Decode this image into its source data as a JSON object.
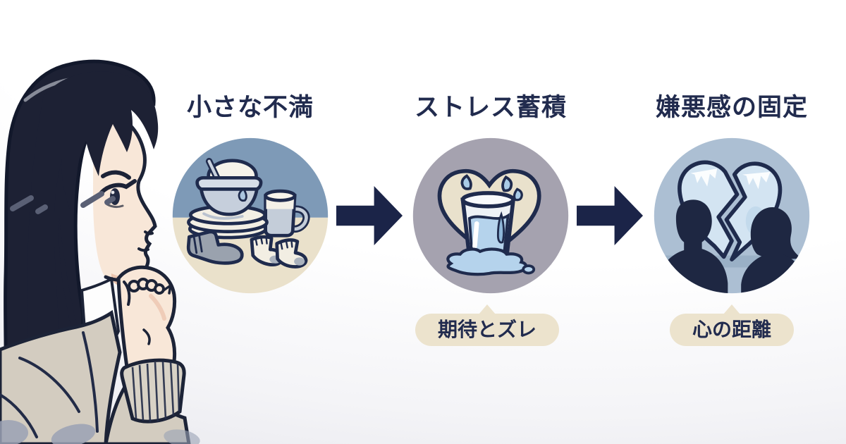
{
  "figure": {
    "steps": [
      {
        "title": "小さな不満",
        "icon": "dirty-dishes-and-socks",
        "caption": ""
      },
      {
        "title": "ストレス蓄積",
        "icon": "overflowing-glass-in-heart",
        "caption": "期待とズレ"
      },
      {
        "title": "嫌悪感の固定",
        "icon": "broken-heart-between-couple",
        "caption": "心の距離"
      }
    ],
    "illustration": "thinking-woman-profile",
    "colors": {
      "title_navy": "#212b4e",
      "arrow_navy": "#1b2448",
      "caption_cream": "#ece3cd",
      "circle1_top_blue": "#7e9ab7",
      "circle1_bottom_cream": "#eae1cb",
      "circle2_gray_mauve": "#a5a2af",
      "circle3_steel_blue": "#acbfd3",
      "water_blue": "#b5d3ec",
      "silhouette_navy": "#1e2742",
      "sweater_beige": "#d3ccc0",
      "skin": "#f8e7d8",
      "hair_navy": "#1d2134"
    }
  }
}
